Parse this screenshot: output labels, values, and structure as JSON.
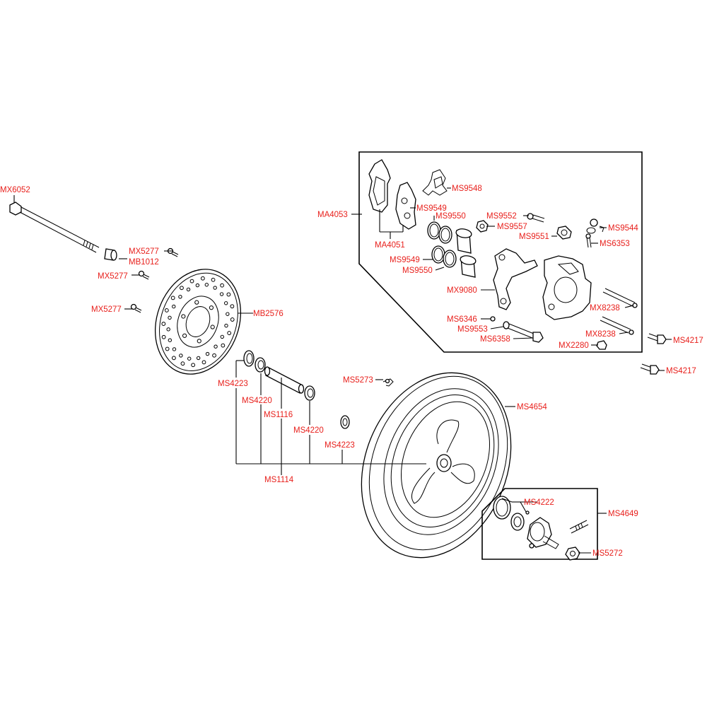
{
  "labels": {
    "mx6052": "MX6052",
    "mx5277_a": "MX5277",
    "mb1012": "MB1012",
    "mx5277_b": "MX5277",
    "mx5277_c": "MX5277",
    "mb2576": "MB2576",
    "ms4223_a": "MS4223",
    "ms4220_a": "MS4220",
    "ms1116": "MS1116",
    "ms4220_b": "MS4220",
    "ms4223_b": "MS4223",
    "ms1114": "MS1114",
    "ms5273": "MS5273",
    "ms4654": "MS4654",
    "ma4053": "MA4053",
    "ma4051": "MA4051",
    "ms9549_a": "MS9549",
    "ms9550_a": "MS9550",
    "ms9548": "MS9548",
    "ms9549_b": "MS9549",
    "ms9550_b": "MS9550",
    "ms9552": "MS9552",
    "ms9557": "MS9557",
    "ms9551": "MS9551",
    "ms9544": "MS9544",
    "ms6353": "MS6353",
    "mx9080": "MX9080",
    "mx8238_a": "MX8238",
    "ms6346": "MS6346",
    "ms9553": "MS9553",
    "ms6358": "MS6358",
    "mx8238_b": "MX8238",
    "mx2280": "MX2280",
    "ms4217_a": "MS4217",
    "ms4217_b": "MS4217",
    "ms4222": "MS4222",
    "ms4649": "MS4649",
    "ms5272": "MS5272"
  },
  "colors": {
    "label": "#e8201c",
    "line": "#000000",
    "background": "#ffffff"
  }
}
